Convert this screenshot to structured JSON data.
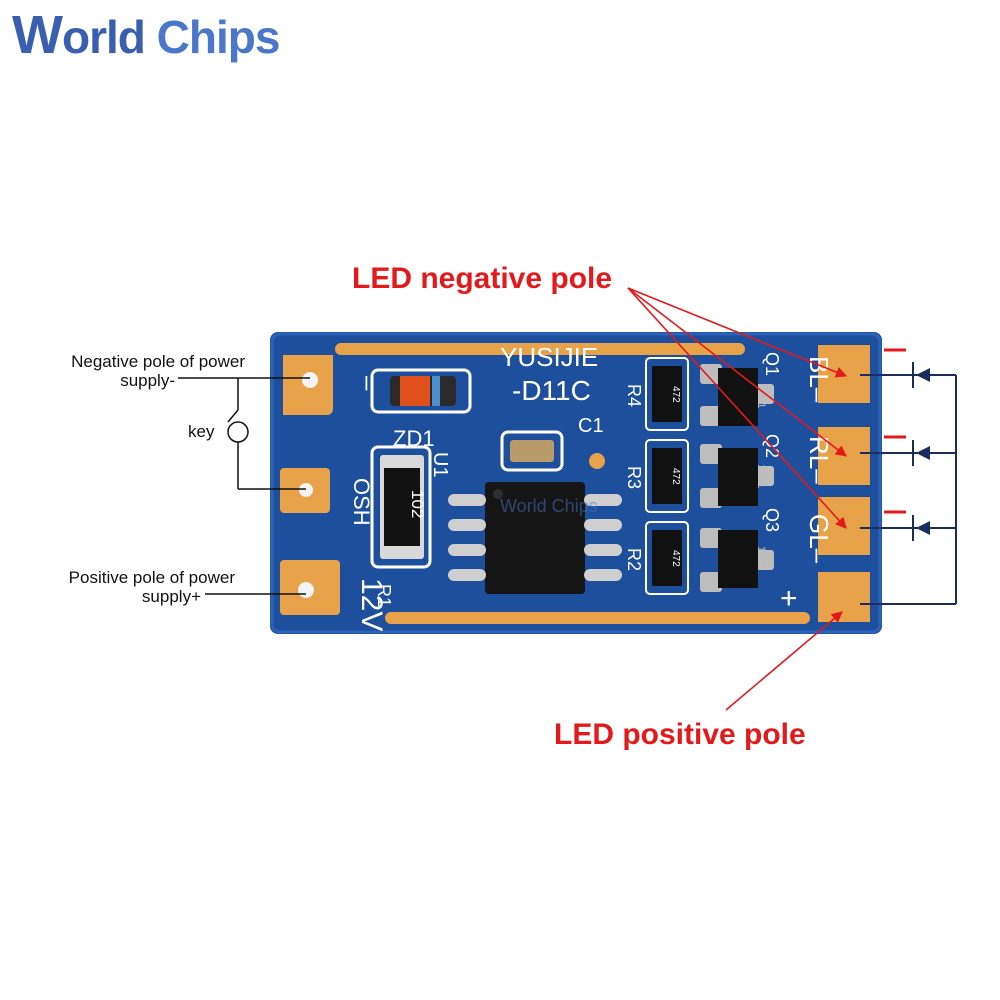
{
  "brand": {
    "logo_text_first": "W",
    "logo_text_rest": "orld",
    "logo_text_second": "Chips"
  },
  "annotations": {
    "neg_power_line1": "Negative pole of power",
    "neg_power_line2": "supply-",
    "key": "key",
    "pos_power_line1": "Positive pole of power",
    "pos_power_line2": "supply+",
    "led_negative": "LED negative pole",
    "led_positive": "LED positive pole"
  },
  "board_silkscreen": {
    "chip_id_top": "YUSIJIE",
    "chip_id_bottom": "-D11C",
    "zd1": "ZD1",
    "u1": "U1",
    "c1": "C1",
    "r1": "R1",
    "r2": "R2",
    "r3": "R3",
    "r4": "R4",
    "q1": "Q1",
    "q2": "Q2",
    "q3": "Q3",
    "resistor_top_marking": "102",
    "resistor_small_marking": "472",
    "transistor_marking": "1601",
    "osh": "OSH",
    "v12": "12V",
    "minus_sign": "–",
    "bl": "BL–",
    "rl": "RL–",
    "gl": "GL–",
    "plus": "+",
    "watermark": "World Chips"
  },
  "colors": {
    "pcb_blue": "#1d4f9c",
    "pad_copper": "#e8a24a",
    "arrow_red": "#e3191c",
    "wire_navy": "#1b2d5c"
  }
}
